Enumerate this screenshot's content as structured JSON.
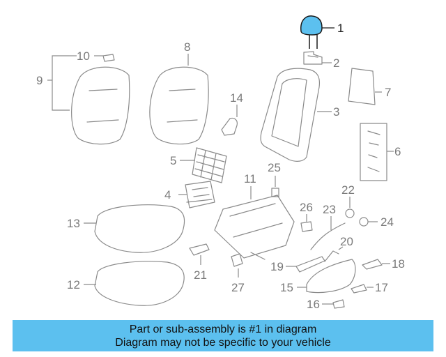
{
  "diagram": {
    "highlight_color": "#5cc0ef",
    "highlighted_part": "1",
    "callouts": [
      "1",
      "2",
      "3",
      "4",
      "5",
      "6",
      "7",
      "8",
      "9",
      "10",
      "11",
      "12",
      "13",
      "14",
      "15",
      "16",
      "17",
      "18",
      "19",
      "20",
      "21",
      "22",
      "23",
      "24",
      "25",
      "26",
      "27"
    ]
  },
  "banner": {
    "line1": "Part or sub-assembly is #1 in diagram",
    "line2": "Diagram may not be specific to your vehicle",
    "background": "#5cc0ef"
  }
}
